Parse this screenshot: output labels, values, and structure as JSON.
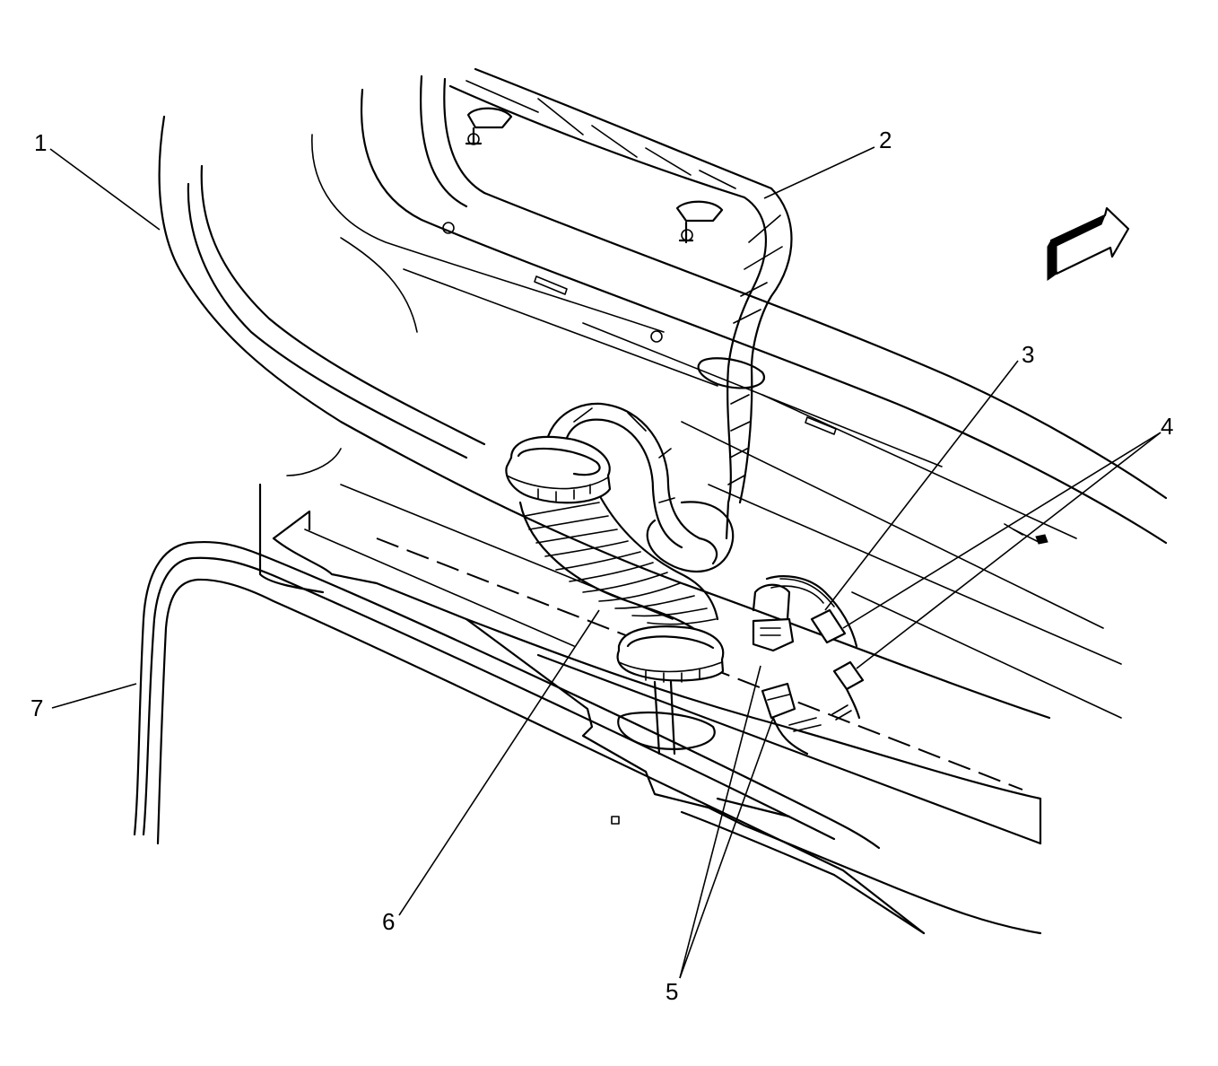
{
  "callouts": {
    "c1": "1",
    "c2": "2",
    "c3": "3",
    "c4": "4",
    "c5": "5",
    "c6": "6",
    "c7": "7"
  },
  "icons": {
    "direction": "front-direction-arrow-icon"
  }
}
